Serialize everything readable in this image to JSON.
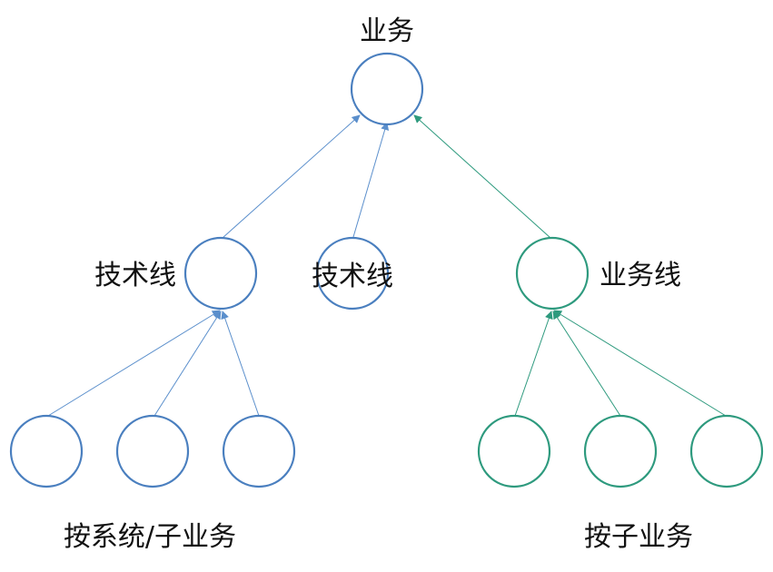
{
  "nodes": {
    "root": {
      "label": "业务",
      "color": "#4a7fbf"
    },
    "tech_line_1": {
      "label": "技术线",
      "color": "#4a7fbf"
    },
    "tech_line_2": {
      "label": "技术线",
      "color": "#4a7fbf"
    },
    "business_line": {
      "label": "业务线",
      "color": "#2e9a7e"
    },
    "leaf_blue_1": {
      "label": "",
      "color": "#4a7fbf"
    },
    "leaf_blue_2": {
      "label": "",
      "color": "#4a7fbf"
    },
    "leaf_blue_3": {
      "label": "",
      "color": "#4a7fbf"
    },
    "leaf_green_1": {
      "label": "",
      "color": "#2e9a7e"
    },
    "leaf_green_2": {
      "label": "",
      "color": "#2e9a7e"
    },
    "leaf_green_3": {
      "label": "",
      "color": "#2e9a7e"
    }
  },
  "edges": [
    {
      "from": "tech_line_1",
      "to": "root",
      "color": "#5b8fcc"
    },
    {
      "from": "tech_line_2",
      "to": "root",
      "color": "#5b8fcc"
    },
    {
      "from": "business_line",
      "to": "root",
      "color": "#2e9a7e"
    },
    {
      "from": "leaf_blue_1",
      "to": "tech_line_1",
      "color": "#5b8fcc"
    },
    {
      "from": "leaf_blue_2",
      "to": "tech_line_1",
      "color": "#5b8fcc"
    },
    {
      "from": "leaf_blue_3",
      "to": "tech_line_1",
      "color": "#5b8fcc"
    },
    {
      "from": "leaf_green_1",
      "to": "business_line",
      "color": "#2e9a7e"
    },
    {
      "from": "leaf_green_2",
      "to": "business_line",
      "color": "#2e9a7e"
    },
    {
      "from": "leaf_green_3",
      "to": "business_line",
      "color": "#2e9a7e"
    }
  ],
  "group_labels": {
    "left": "按系统/子业务",
    "right": "按子业务"
  },
  "colors": {
    "blue_stroke": "#4a7fbf",
    "green_stroke": "#2e9a7e"
  }
}
